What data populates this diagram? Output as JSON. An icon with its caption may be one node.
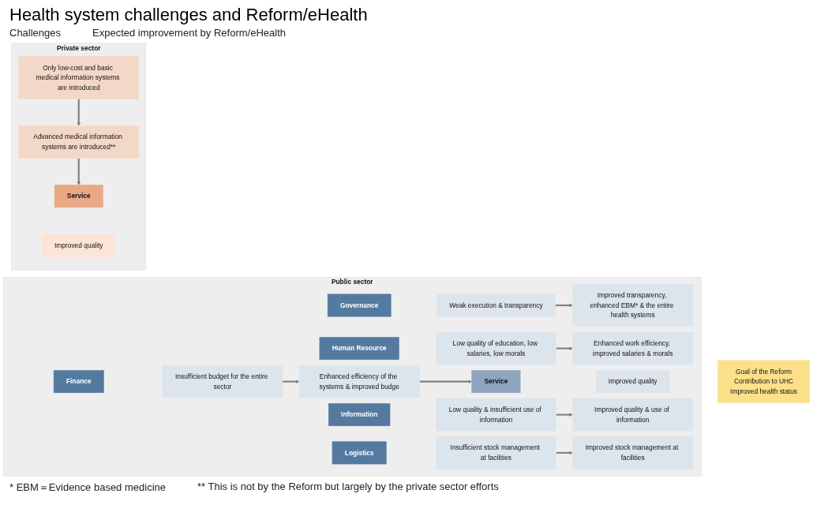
{
  "diagram": {
    "title": "Health system challenges and Reform/eHealth",
    "nodes": [
      {
        "text": [
          "Public sector"
        ]
      },
      {
        "text": [
          "Governance"
        ],
        "in": 0
      },
      {
        "text": [
          "Weak execution & transparency"
        ],
        "in": 0
      },
      {
        "text": [
          "Improved transparency, enhanced EBM* & the entire health systems"
        ],
        "in": 0
      },
      {
        "text": [
          "Human Resource"
        ],
        "in": 0
      },
      {
        "text": [
          "Low quality of education, low salaries, low morals"
        ],
        "in": 0
      },
      {
        "text": [
          "Enhanced work efficiency, improved salaries & morals"
        ],
        "in": 0
      },
      {
        "text": [
          "Finance"
        ],
        "in": 0
      },
      {
        "text": [
          "Insufficient budget for the entire sector"
        ],
        "in": 0
      },
      {
        "text": [
          "Enhanced efficiency of the systems & improved budge"
        ],
        "in": 0
      },
      {
        "text": [
          "Service"
        ],
        "in": 0
      },
      {
        "text": [
          "Improved quality"
        ],
        "in": 0
      },
      {
        "text": [
          "Information"
        ],
        "in": 0
      },
      {
        "text": [
          "Low quality & insufficient use of information"
        ],
        "in": 0
      },
      {
        "text": [
          "Improved quality & use of information"
        ],
        "in": 0
      },
      {
        "text": [
          "Logistics"
        ],
        "in": 0
      },
      {
        "text": [
          "Insufficient stock management at facilities"
        ],
        "in": 0
      },
      {
        "text": [
          "Improved stock management at facilities"
        ],
        "in": 0
      },
      {
        "text": [
          "Goal of the Reform",
          "Contribution to UHC",
          "Improved health status"
        ]
      },
      {
        "text": [
          "Private sector"
        ]
      },
      {
        "text": [
          "Only low-cost and basic medical information systems are introduced"
        ],
        "in": 19
      },
      {
        "text": [
          "Advanced medical information systems are introduced**"
        ],
        "in": 19
      },
      {
        "text": [
          "Service"
        ],
        "in": 19
      },
      {
        "text": [
          "Improved quality"
        ],
        "in": 19
      }
    ],
    "edges": [
      {
        "from": 2,
        "to": 3,
        "arrow": "to"
      },
      {
        "from": 5,
        "to": 6,
        "arrow": "to"
      },
      {
        "from": 8,
        "to": 9,
        "arrow": "to"
      },
      {
        "from": 9,
        "to": 10,
        "arrow": "to"
      },
      {
        "from": 13,
        "to": 14,
        "arrow": "to"
      },
      {
        "from": 16,
        "to": 17,
        "arrow": "to"
      },
      {
        "from": 20,
        "to": 21,
        "arrow": "to"
      },
      {
        "from": 21,
        "to": 22,
        "arrow": "to"
      }
    ],
    "labels": [
      "Challenges",
      "Expected improvement by Reform/eHealth",
      "* EBM＝Evidence based medicine",
      "** This is not by the Reform but largely by the private sector efforts"
    ]
  }
}
